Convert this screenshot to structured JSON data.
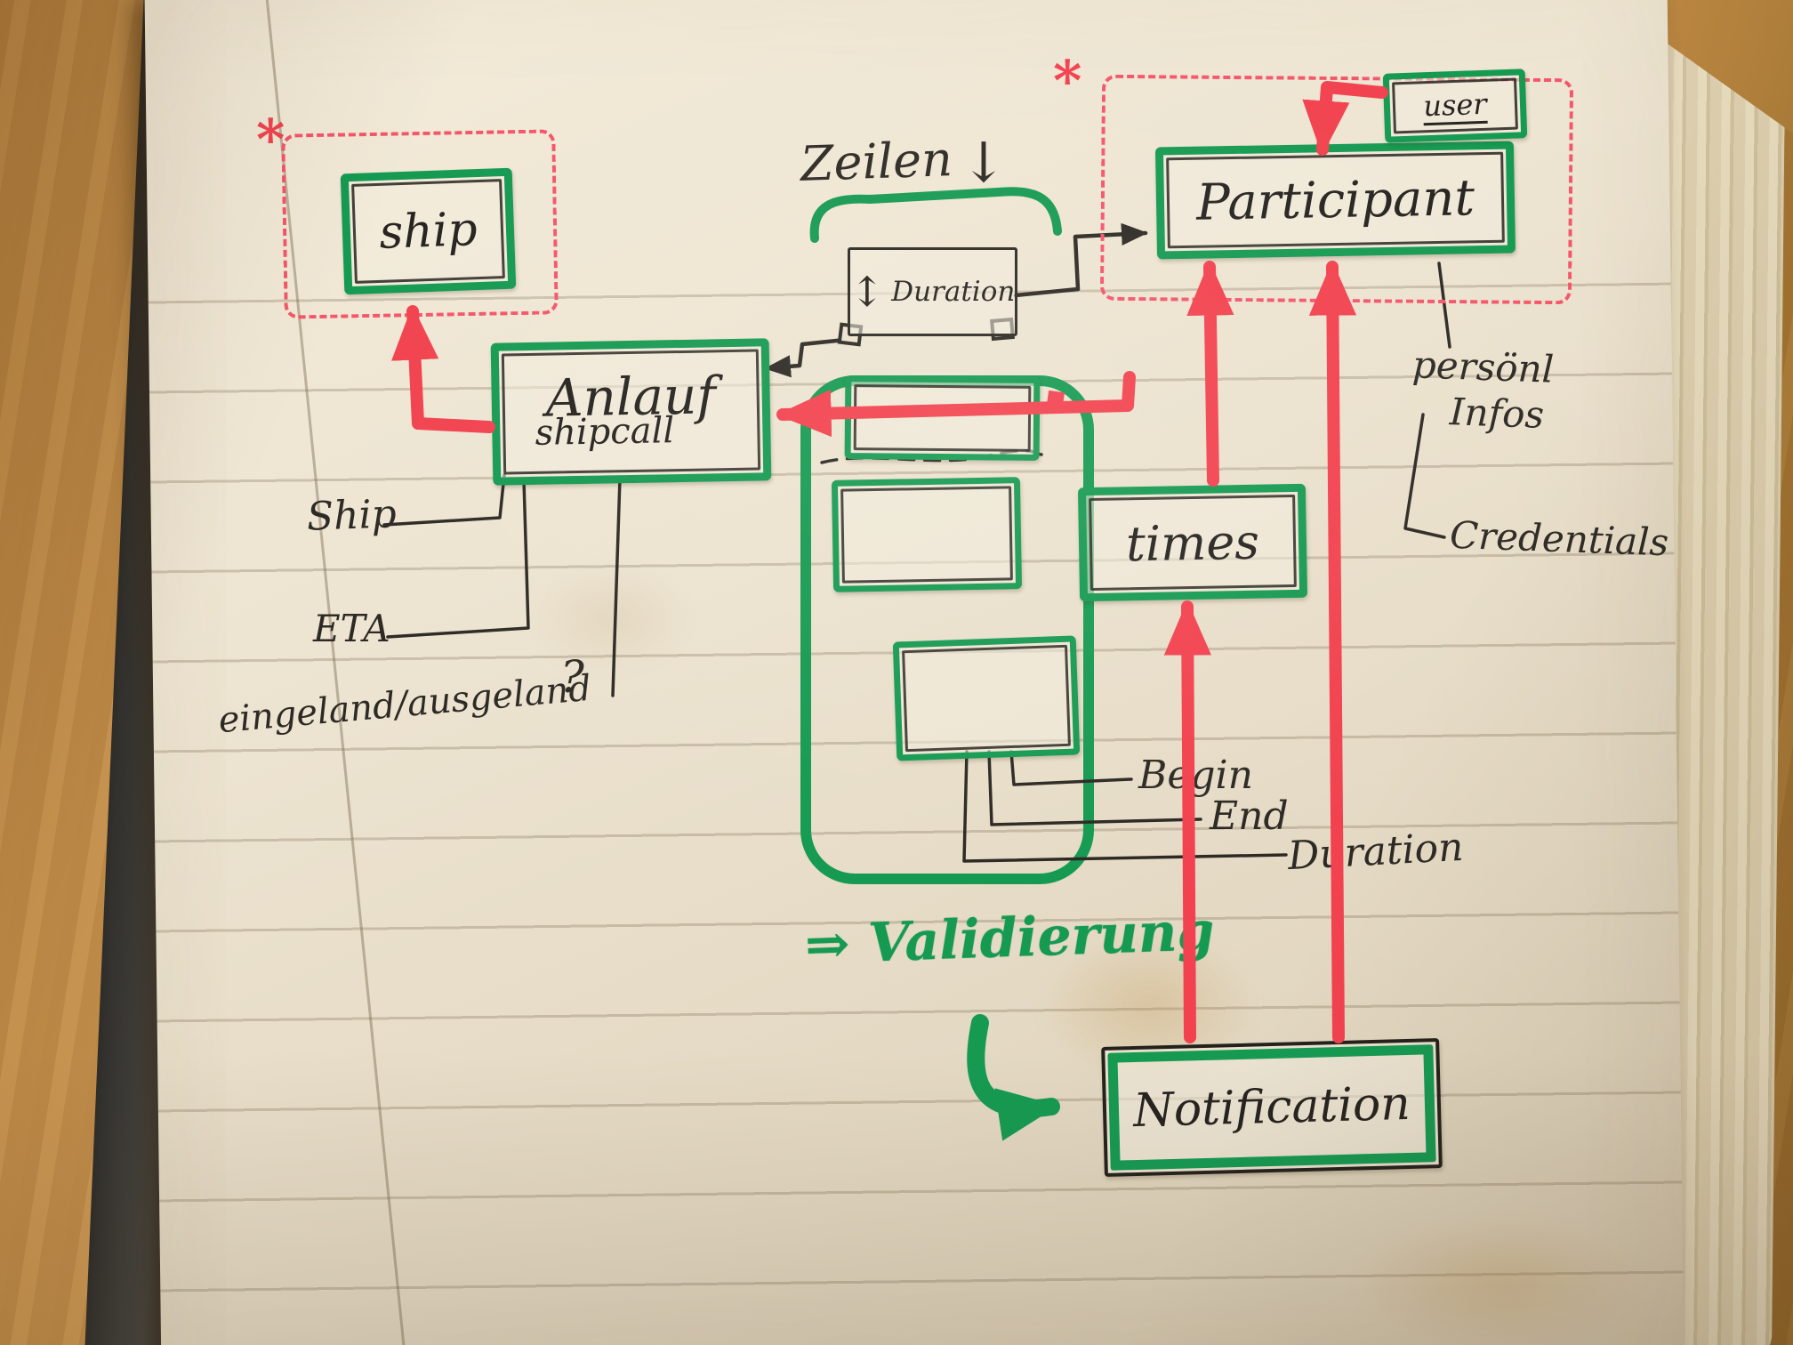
{
  "scene": "hand-drawn entity diagram sketched in a paper notebook",
  "colors": {
    "green": "#169a52",
    "red": "#f2424f",
    "ink": "#2d2a25",
    "paper": "#eae1cf"
  },
  "nodes": {
    "ship": {
      "label": "ship"
    },
    "user": {
      "label": "user"
    },
    "participant": {
      "label": "Participant"
    },
    "anlauf": {
      "label": "Anlauf",
      "sublabel": "shipcall"
    },
    "duration": {
      "label": "Duration",
      "updown_icon": "↕"
    },
    "times": {
      "label": "times"
    },
    "notification": {
      "label": "Notification"
    }
  },
  "annotations": {
    "zeilen": "Zeilen",
    "zeilen_arrow": "↓",
    "asterisk_left": "*",
    "asterisk_right": "*",
    "ship_attr": "Ship",
    "eta_attr": "ETA",
    "eingeland_attr": "eingeland/ausgeland",
    "question_mark": "?",
    "begin_attr": "Begin",
    "end_attr": "End",
    "duration_attr": "Duration",
    "validierung": "⇒ Validierung",
    "personal_infos_1": "persönl",
    "personal_infos_2": "Infos",
    "credentials_attr": "Credentials"
  }
}
